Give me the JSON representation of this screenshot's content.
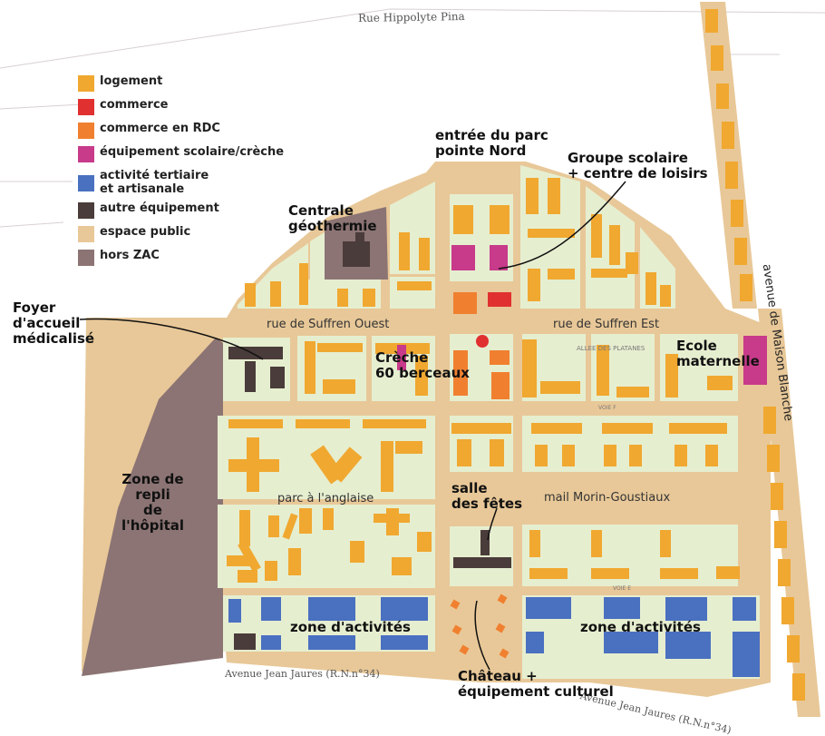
{
  "colors": {
    "logement": "#f0a830",
    "commerce": "#e03030",
    "commerce_rdc": "#f08030",
    "scolaire": "#c83a8a",
    "tertiaire": "#4a70c0",
    "autre": "#4a3c3a",
    "espace_public": "#e8c898",
    "hors_zac": "#8c7474",
    "block": "#e6eed0",
    "street_line": "#c9a7b0"
  },
  "legend": [
    {
      "key": "logement",
      "label": "logement"
    },
    {
      "key": "commerce",
      "label": "commerce"
    },
    {
      "key": "commerce_rdc",
      "label": "commerce en RDC"
    },
    {
      "key": "scolaire",
      "label": "équipement scolaire/crèche"
    },
    {
      "key": "tertiaire",
      "label": "activité tertiaire\net artisanale"
    },
    {
      "key": "autre",
      "label": "autre équipement"
    },
    {
      "key": "espace_public",
      "label": "espace public"
    },
    {
      "key": "hors_zac",
      "label": "hors ZAC"
    }
  ],
  "roads": {
    "north": "Rue Hippolyte Pina",
    "east": "avenue de Maison Blanche",
    "south_left": "Avenue Jean Jaures (R.N.n°34)",
    "south_right": "Avenue Jean Jaures (R.N.n°34)"
  },
  "streets": {
    "suffren_ouest": "rue de Suffren Ouest",
    "suffren_est": "rue de Suffren Est",
    "parc": "parc à l'anglaise",
    "mail": "mail Morin-Goustiaux",
    "platanes": "ALLEE DES PLATANES",
    "voie_f": "VOIE F",
    "voie_e": "VOIE E"
  },
  "labels": {
    "entree": "entrée du parc\npointe Nord",
    "groupe": "Groupe scolaire\n+ centre de loisirs",
    "centrale": "Centrale\ngéothermie",
    "foyer": "Foyer\nd'accueil\nmédicalisé",
    "creche": "Crèche\n60 berceaux",
    "ecole": "Ecole\nmaternelle",
    "repli": "Zone de\nrepli\nde\nl'hôpital",
    "salle": "salle\ndes fêtes",
    "activites_w": "zone d'activités",
    "activites_e": "zone d'activités",
    "chateau": "Château +\néquipement culturel"
  }
}
